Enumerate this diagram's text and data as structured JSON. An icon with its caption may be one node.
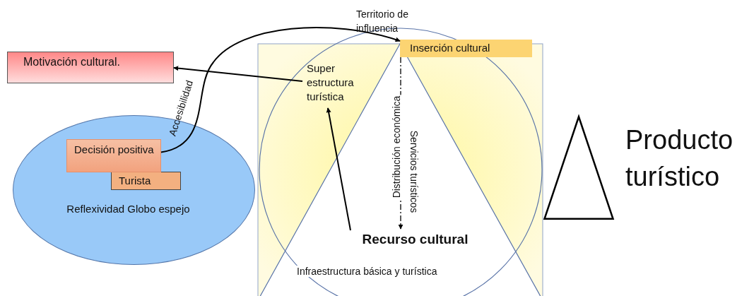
{
  "diagram": {
    "nodes": [
      {
        "text": [
          "Motivación cultural."
        ]
      },
      {
        "text": [
          "Reflexividad Globo espejo"
        ]
      },
      {
        "text": [
          "Decisión positiva"
        ],
        "in": 1
      },
      {
        "text": [
          "Turista"
        ],
        "in": 1
      },
      {
        "text": [
          "Inserción cultural"
        ]
      },
      {
        "text": [
          "Super estructura turística"
        ]
      },
      {
        "text": [
          "Recurso cultural"
        ]
      },
      {
        "text": [],
        "shape": "triangle"
      }
    ],
    "edges": [
      {
        "from": 2,
        "to": 4,
        "arrow": "to",
        "label": "Accesibilidad"
      },
      {
        "from": 5,
        "to": 0,
        "arrow": "to"
      },
      {
        "from": 6,
        "to": 5,
        "arrow": "to"
      },
      {
        "from": 4,
        "to": 6,
        "arrow": "to",
        "label": "Distribución económica",
        "style": "dashed"
      }
    ],
    "labels": [
      "Territorio de influencia",
      "Servicios turísticos",
      "Infraestructura básica y turística",
      "Producto turístico"
    ]
  }
}
